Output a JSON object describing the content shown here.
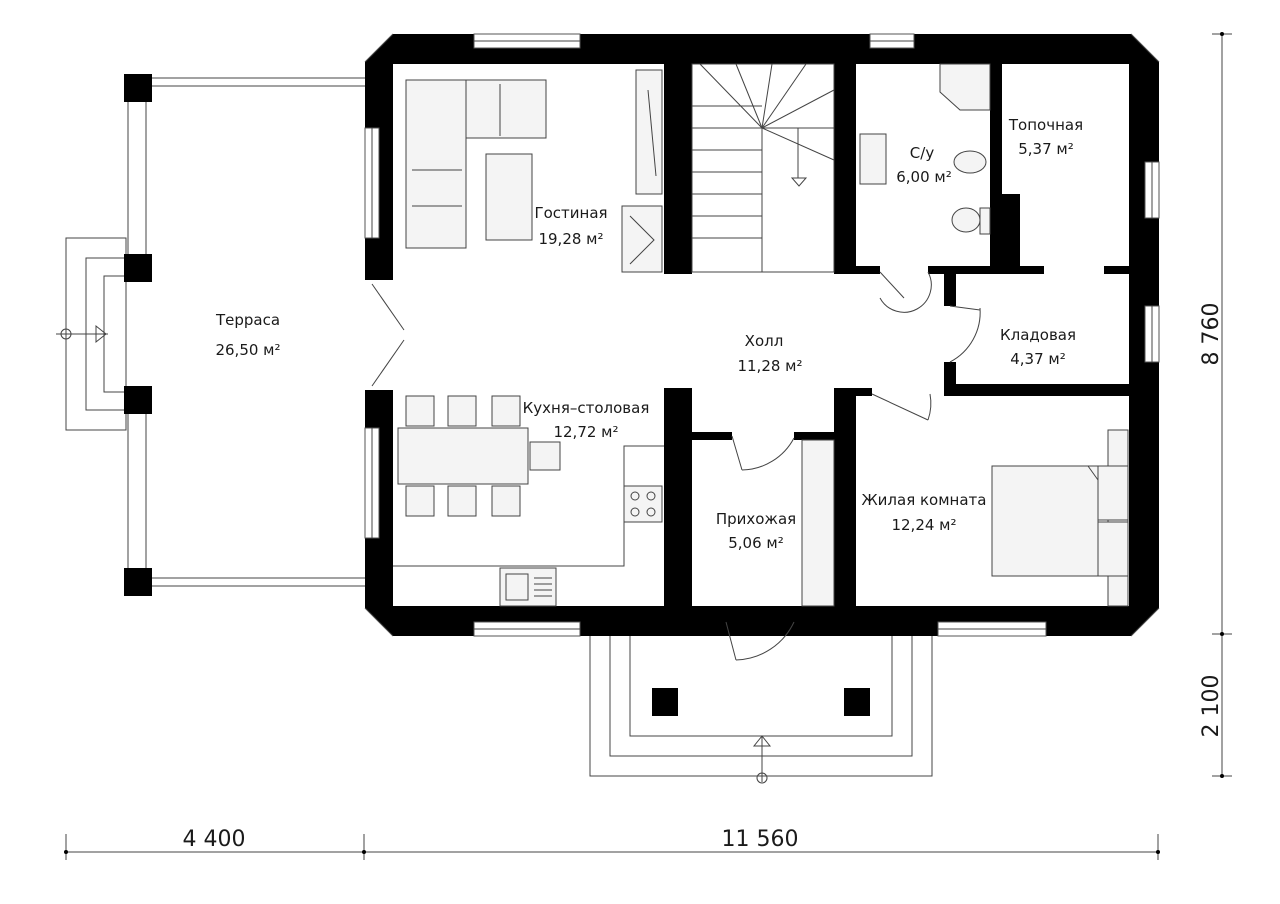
{
  "rooms": [
    {
      "id": "terrace",
      "name": "Терраса",
      "area": "26,50 м²"
    },
    {
      "id": "living",
      "name": "Гостиная",
      "area": "19,28 м²"
    },
    {
      "id": "bathroom",
      "name": "С/у",
      "area": "6,00 м²"
    },
    {
      "id": "boiler",
      "name": "Топочная",
      "area": "5,37 м²"
    },
    {
      "id": "hall",
      "name": "Холл",
      "area": "11,28 м²"
    },
    {
      "id": "storage",
      "name": "Кладовая",
      "area": "4,37 м²"
    },
    {
      "id": "kitchen",
      "name": "Кухня–столовая",
      "area": "12,72 м²"
    },
    {
      "id": "entry",
      "name": "Прихожая",
      "area": "5,06 м²"
    },
    {
      "id": "bedroom",
      "name": "Жилая комната",
      "area": "12,24 м²"
    }
  ],
  "dimensions": {
    "terrace_width": "4 400",
    "house_width": "11 560",
    "house_depth": "8 760",
    "porch_depth": "2 100"
  }
}
